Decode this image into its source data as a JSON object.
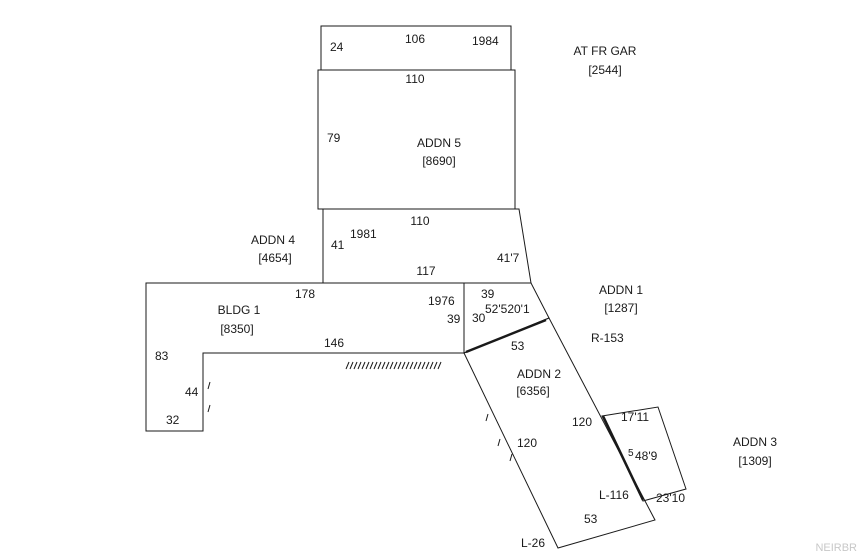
{
  "areas": {
    "at_fr_gar": {
      "name": "AT FR GAR",
      "area": "[2544]"
    },
    "addn5": {
      "name": "ADDN 5",
      "area": "[8690]"
    },
    "addn4": {
      "name": "ADDN 4",
      "area": "[4654]"
    },
    "bldg1": {
      "name": "BLDG 1",
      "area": "[8350]"
    },
    "addn1": {
      "name": "ADDN 1",
      "area": "[1287]"
    },
    "addn2": {
      "name": "ADDN 2",
      "area": "[6356]"
    },
    "addn3": {
      "name": "ADDN 3",
      "area": "[1309]"
    }
  },
  "dims": {
    "gar_left": "24",
    "gar_top": "106",
    "gar_year": "1984",
    "addn5_top": "110",
    "addn5_left": "79",
    "addn4_top": "110",
    "addn4_year": "1981",
    "addn4_left": "41",
    "addn4_right": "41'7",
    "addn4_bottom": "117",
    "bldg1_top": "178",
    "bldg1_left": "83",
    "bldg1_inner": "146",
    "bldg1_notch_side": "44",
    "bldg1_notch_bottom": "32",
    "bldg1_year": "1976",
    "addn1_top": "39",
    "addn1_left": "39",
    "addn1_inner": "30",
    "addn1_diag": "52'520'1",
    "addn1_ref": "R-153",
    "addn2_top": "53",
    "addn2_left": "120",
    "addn2_right": "120",
    "addn2_bottom": "53",
    "addn2_ref_l116": "L-116",
    "addn2_ref_l26": "L-26",
    "addn3_top": "17'11",
    "addn3_side": "48'9",
    "addn3_bottom": "23'10",
    "addn3_mark": "5"
  },
  "watermark": "NEIRBR"
}
